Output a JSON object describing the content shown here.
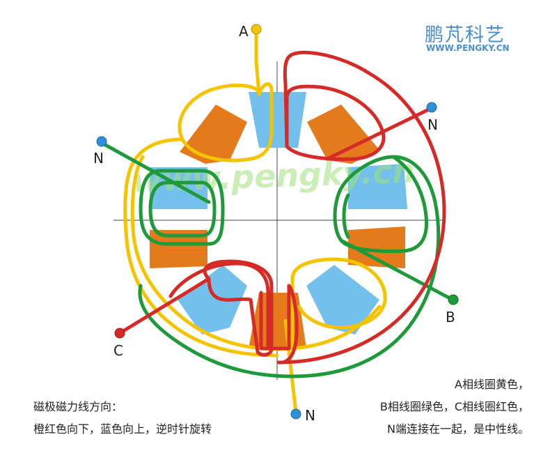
{
  "logo": {
    "name_cn": "鹏芃科艺",
    "url": "WWW.PENGKY.CN"
  },
  "watermark": "www.pengky.cn",
  "labels": {
    "a": "A",
    "b": "B",
    "c": "C",
    "n_top_right": "N",
    "n_left": "N",
    "n_bottom": "N"
  },
  "legend_left": {
    "line1": "磁极磁力线方向：",
    "line2": "橙红色向下，蓝色向上，逆时针旋转"
  },
  "legend_right": {
    "line1": "A相线圈黄色，",
    "line2": "B相线圈绿色，C相线圈红色，",
    "line3": "N端连接在一起，是中性线。"
  },
  "colors": {
    "phase_a": "#f5c400",
    "phase_b": "#1e9a3a",
    "phase_c": "#d62a27",
    "neutral_dot": "#2f8fd8",
    "pole_orange": "#e37a1c",
    "pole_blue": "#74c0ec",
    "brand": "#4a8fd0"
  }
}
